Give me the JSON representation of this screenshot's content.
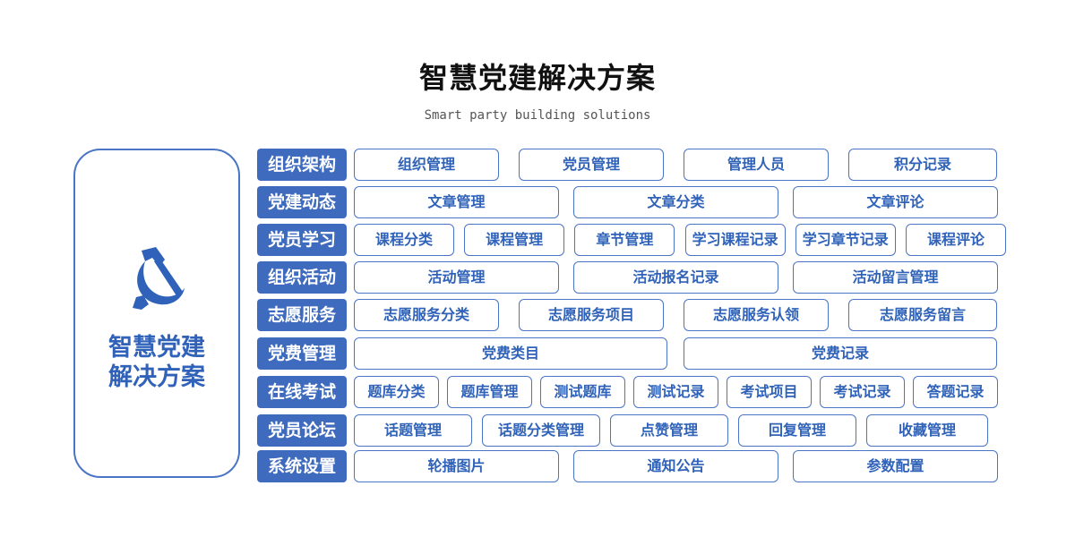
{
  "title": "智慧党建解决方案",
  "subtitle": "Smart party building solutions",
  "logo": {
    "line1": "智慧党建",
    "line2": "解决方案"
  },
  "colors": {
    "primary": "#3f6bbf",
    "border": "#4a74c4",
    "text": "#2f62b8"
  },
  "modules": [
    {
      "category": "组织架构",
      "items": [
        "组织管理",
        "党员管理",
        "管理人员",
        "积分记录"
      ]
    },
    {
      "category": "党建动态",
      "items": [
        "文章管理",
        "文章分类",
        "文章评论"
      ]
    },
    {
      "category": "党员学习",
      "items": [
        "课程分类",
        "课程管理",
        "章节管理",
        "学习课程记录",
        "学习章节记录",
        "课程评论"
      ]
    },
    {
      "category": "组织活动",
      "items": [
        "活动管理",
        "活动报名记录",
        "活动留言管理"
      ]
    },
    {
      "category": "志愿服务",
      "items": [
        "志愿服务分类",
        "志愿服务项目",
        "志愿服务认领",
        "志愿服务留言"
      ]
    },
    {
      "category": "党费管理",
      "items": [
        "党费类目",
        "党费记录"
      ]
    },
    {
      "category": "在线考试",
      "items": [
        "题库分类",
        "题库管理",
        "测试题库",
        "测试记录",
        "考试项目",
        "考试记录",
        "答题记录"
      ]
    },
    {
      "category": "党员论坛",
      "items": [
        "话题管理",
        "话题分类管理",
        "点赞管理",
        "回复管理",
        "收藏管理"
      ]
    },
    {
      "category": "系统设置",
      "items": [
        "轮播图片",
        "通知公告",
        "参数配置"
      ]
    }
  ]
}
